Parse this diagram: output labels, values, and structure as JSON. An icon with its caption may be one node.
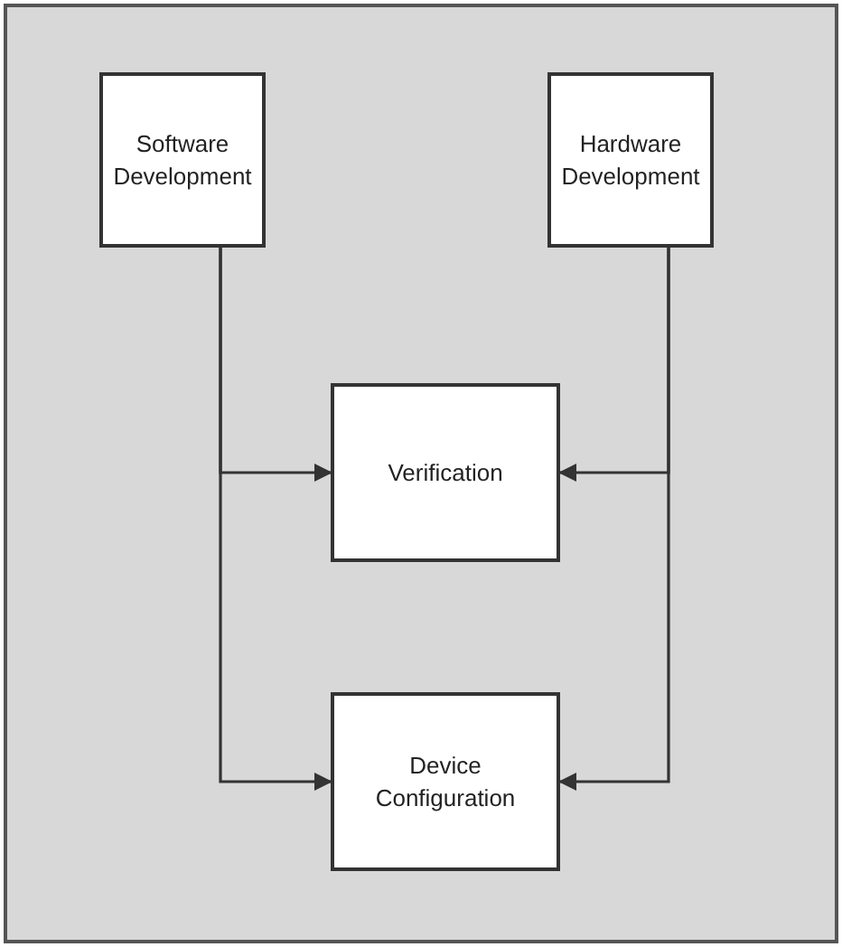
{
  "diagram": {
    "nodes": [
      {
        "text": [
          "Software Development"
        ]
      },
      {
        "text": [
          "Hardware Development"
        ]
      },
      {
        "text": [
          "Verification"
        ]
      },
      {
        "text": [
          "Device Configuration"
        ]
      }
    ],
    "edges": [
      {
        "from": 0,
        "to": 2,
        "arrow": "to"
      },
      {
        "from": 0,
        "to": 3,
        "arrow": "to"
      },
      {
        "from": 1,
        "to": 2,
        "arrow": "to"
      },
      {
        "from": 1,
        "to": 3,
        "arrow": "to"
      }
    ]
  }
}
